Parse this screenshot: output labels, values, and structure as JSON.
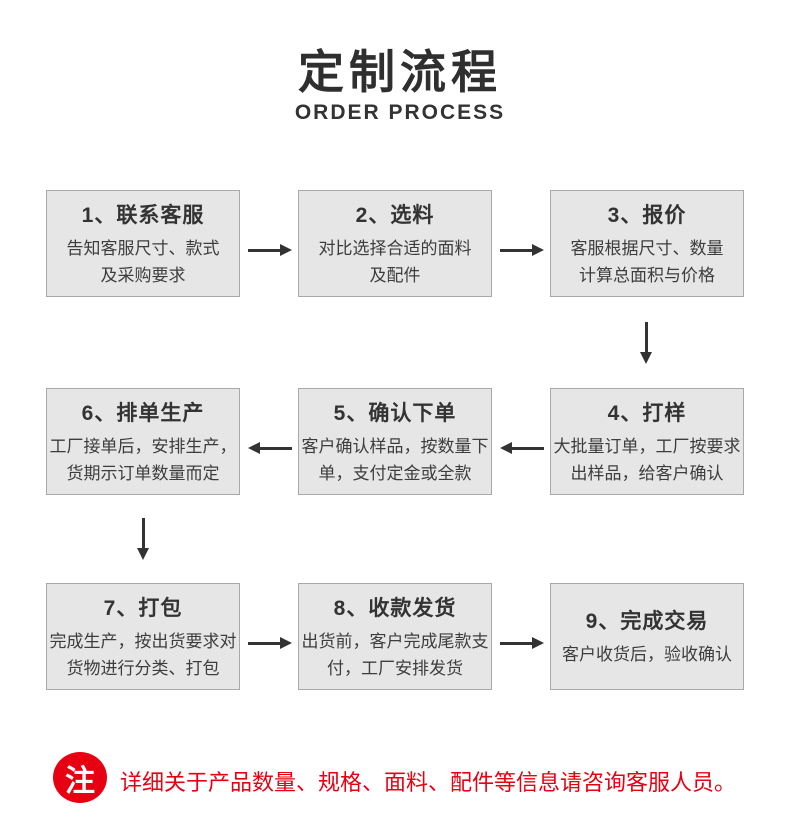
{
  "header": {
    "title": "定制流程",
    "subtitle": "ORDER PROCESS"
  },
  "flow": {
    "steps": [
      {
        "title": "1、联系客服",
        "lines": [
          "告知客服尺寸、款式",
          "及采购要求"
        ]
      },
      {
        "title": "2、选料",
        "lines": [
          "对比选择合适的面料",
          "及配件"
        ]
      },
      {
        "title": "3、报价",
        "lines": [
          "客服根据尺寸、数量",
          "计算总面积与价格"
        ]
      },
      {
        "title": "4、打样",
        "lines": [
          "大批量订单，工厂按要求",
          "出样品，给客户确认"
        ]
      },
      {
        "title": "5、确认下单",
        "lines": [
          "客户确认样品，按数量下",
          "单，支付定金或全款"
        ]
      },
      {
        "title": "6、排单生产",
        "lines": [
          "工厂接单后，安排生产，",
          "货期示订单数量而定"
        ]
      },
      {
        "title": "7、打包",
        "lines": [
          "完成生产，按出货要求对",
          "货物进行分类、打包"
        ]
      },
      {
        "title": "8、收款发货",
        "lines": [
          "出货前，客户完成尾款支",
          "付，工厂安排发货"
        ]
      },
      {
        "title": "9、完成交易",
        "lines": [
          "客户收货后，验收确认"
        ]
      }
    ]
  },
  "note": {
    "badge": "注",
    "text": "详细关于产品数量、规格、面料、配件等信息请咨询客服人员。"
  },
  "colors": {
    "box_background": "#e6e6e6",
    "box_border": "#a9a9a9",
    "text": "#333333",
    "arrow": "#333333",
    "accent_red": "#e60012"
  }
}
